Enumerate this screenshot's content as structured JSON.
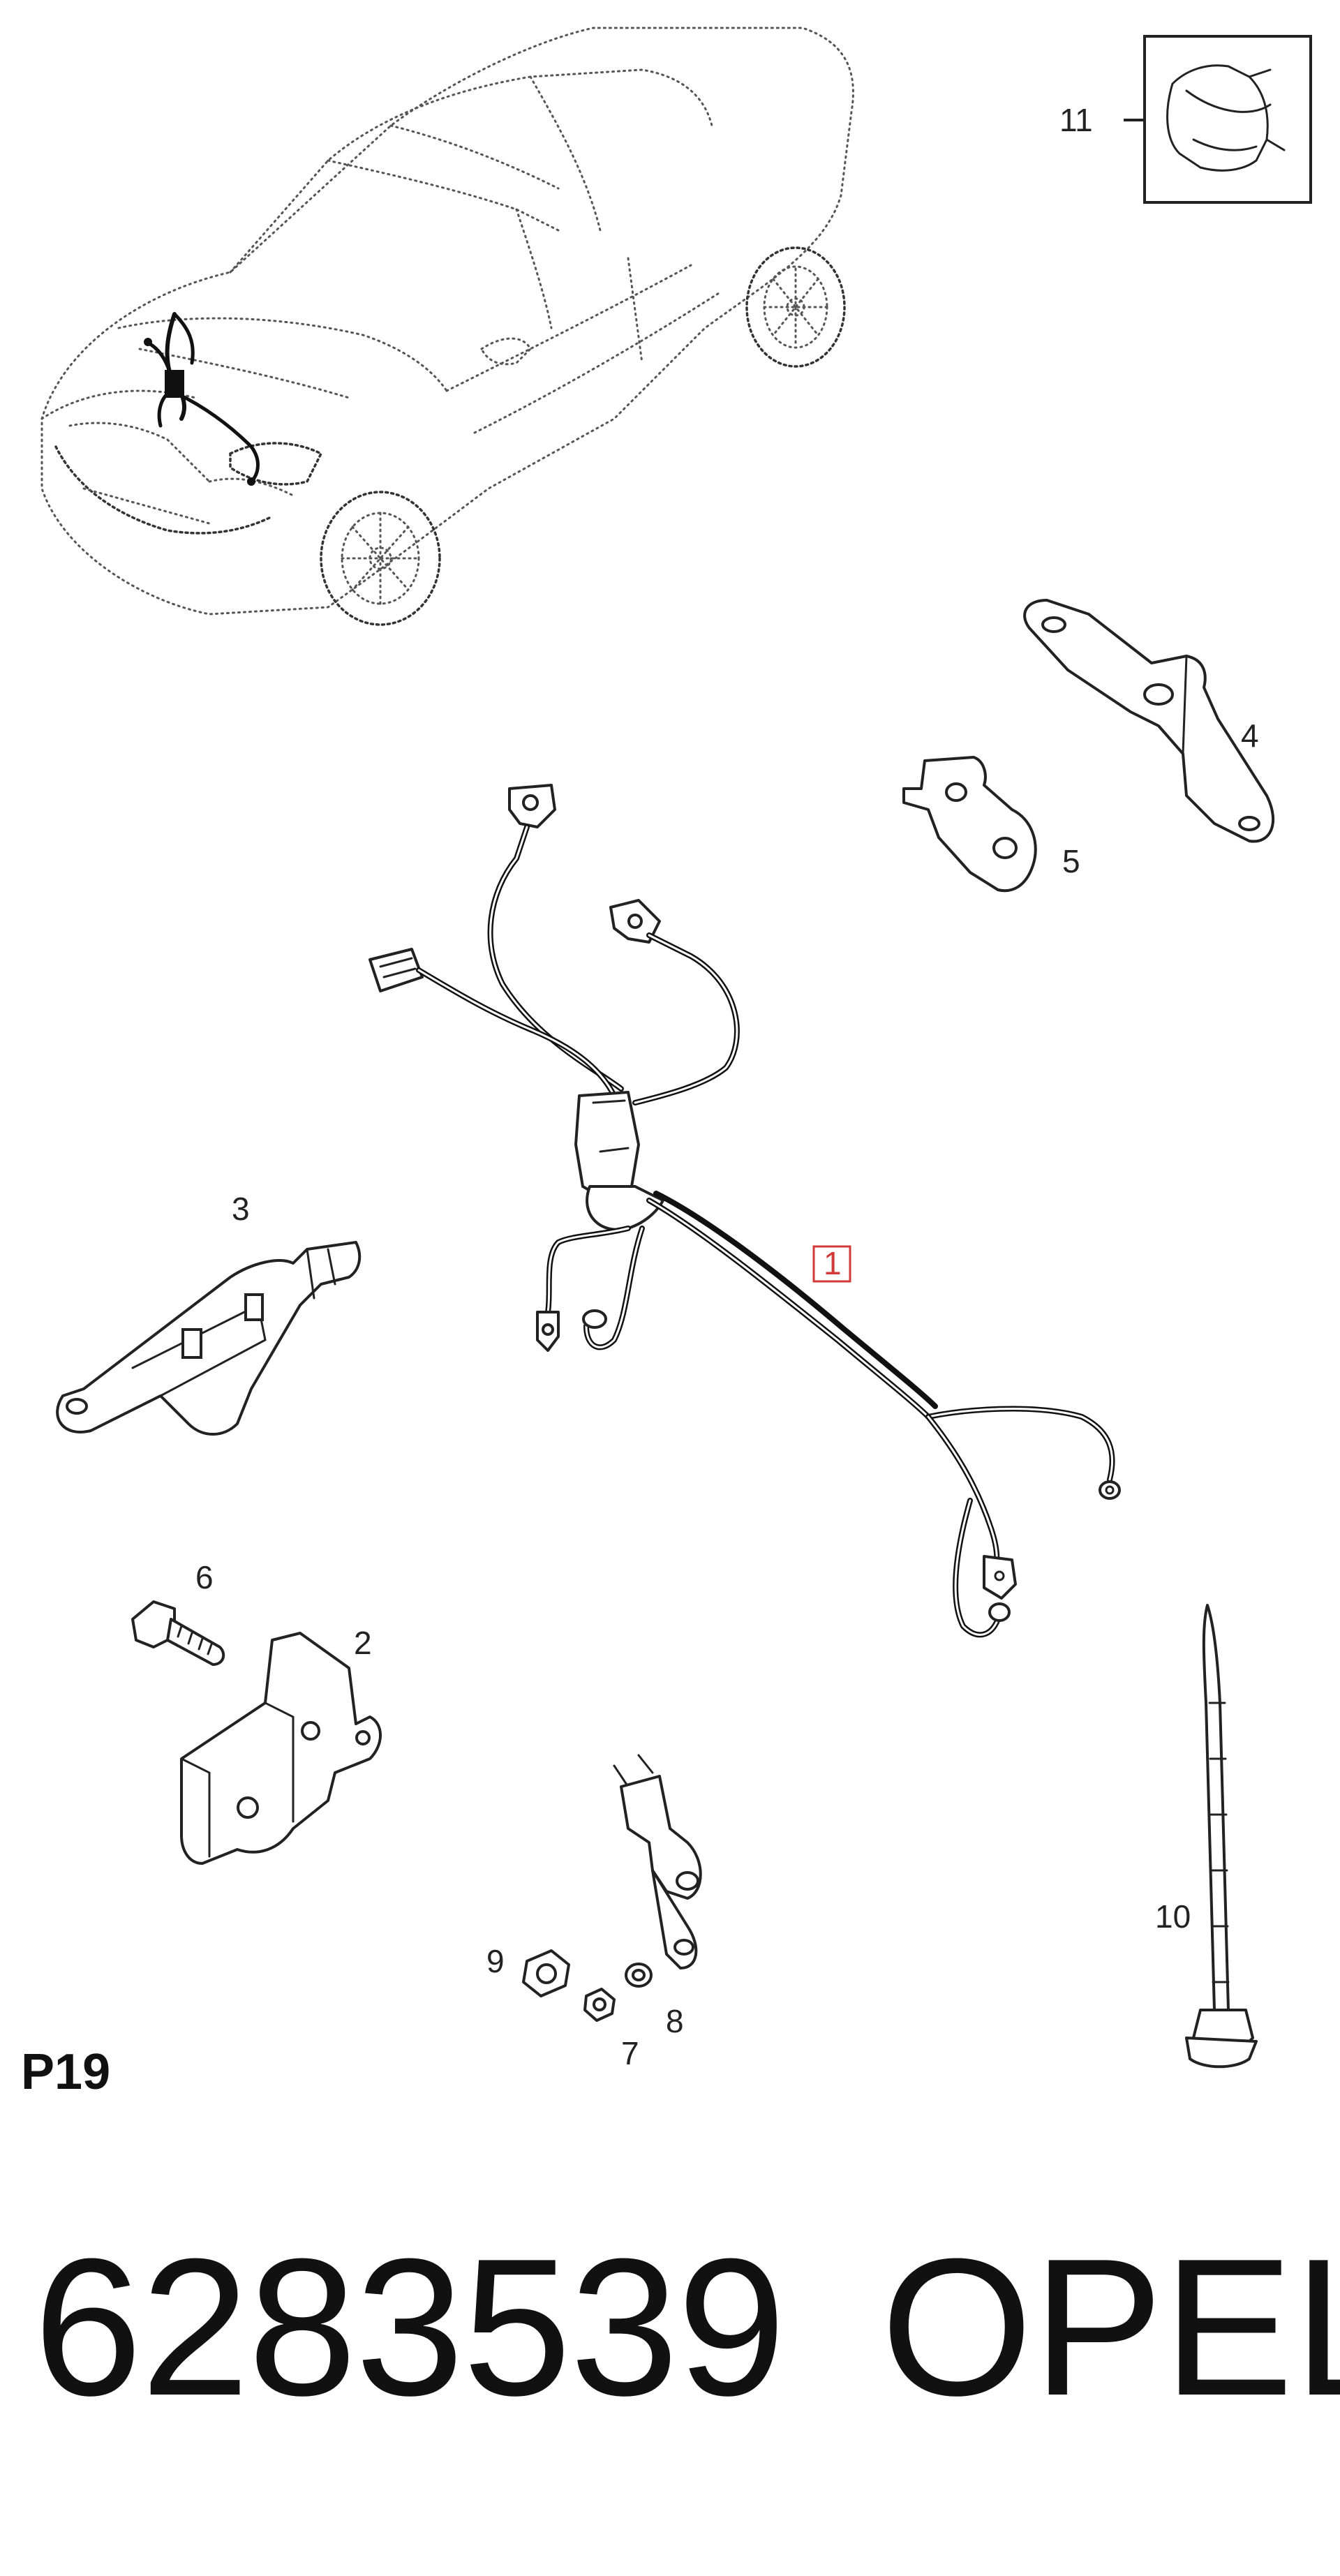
{
  "diagram": {
    "callouts": [
      {
        "id": "1",
        "text": "1",
        "boxed": true
      },
      {
        "id": "2",
        "text": "2"
      },
      {
        "id": "3",
        "text": "3"
      },
      {
        "id": "4",
        "text": "4"
      },
      {
        "id": "5",
        "text": "5"
      },
      {
        "id": "6",
        "text": "6"
      },
      {
        "id": "7",
        "text": "7"
      },
      {
        "id": "8",
        "text": "8"
      },
      {
        "id": "9",
        "text": "9"
      },
      {
        "id": "10",
        "text": "10"
      },
      {
        "id": "11",
        "text": "11"
      }
    ],
    "page_ref": "P19",
    "part_number": "6283539",
    "brand": "OPEL",
    "colors": {
      "callout_highlight": "#d23a3a",
      "line": "#222222",
      "background": "#ffffff"
    }
  }
}
